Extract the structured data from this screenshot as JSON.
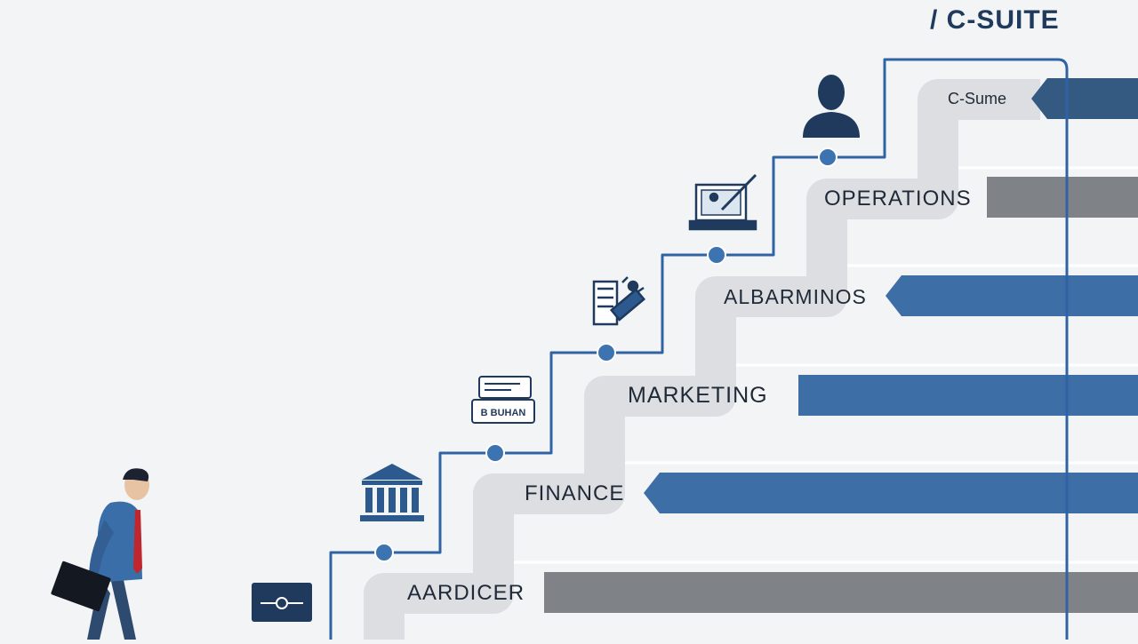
{
  "header": {
    "title": "/ C-SUITE"
  },
  "levels": [
    {
      "label": "AARDICER"
    },
    {
      "label": "FINANCE"
    },
    {
      "label": "MARKETING"
    },
    {
      "label": "ALBARMINOS"
    },
    {
      "label": "OPERATIONS"
    },
    {
      "label": "C-Sume"
    }
  ],
  "icons": {
    "desk_sign_text": "B BUHAN"
  },
  "colors": {
    "blue_bar": "#3d6ea5",
    "dark_blue_bar": "#345a82",
    "gray_bar": "#7f8387",
    "stair": "#dcdee1",
    "path": "#2f63a3",
    "node": "#3c73b0",
    "background": "#f3f4f6"
  }
}
